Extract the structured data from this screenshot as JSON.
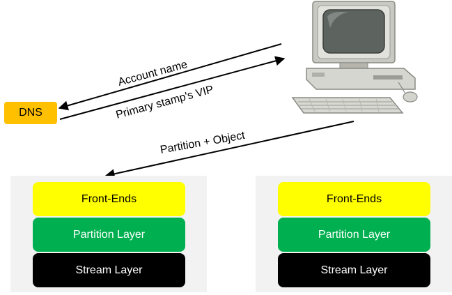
{
  "colors": {
    "dns": "#ffc000",
    "front_ends": "#ffff00",
    "partition_layer": "#00b050",
    "stream_layer": "#000000"
  },
  "icons": [
    "computer-icon"
  ],
  "dns": {
    "label": "DNS"
  },
  "edges": {
    "account_name": "Account name",
    "primary_vip": "Primary stamp's VIP",
    "partition_object": "Partition + Object"
  },
  "stamps": [
    {
      "front_ends": "Front-Ends",
      "partition_layer": "Partition Layer",
      "stream_layer": "Stream Layer"
    },
    {
      "front_ends": "Front-Ends",
      "partition_layer": "Partition Layer",
      "stream_layer": "Stream Layer"
    }
  ]
}
